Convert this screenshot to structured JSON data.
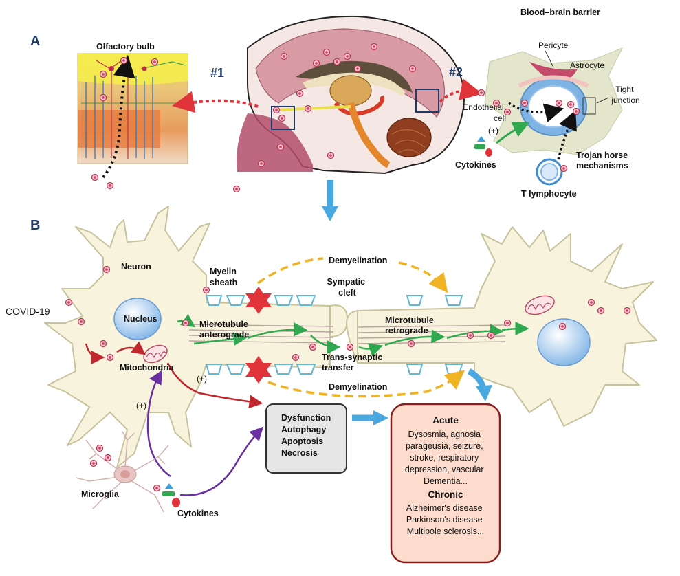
{
  "panels": {
    "a": "A",
    "b": "B"
  },
  "labels": {
    "olfactory_bulb": "Olfactory bulb",
    "route1": "#1",
    "route2": "#2",
    "blood_brain_barrier": "Blood–brain barrier",
    "pericyte": "Pericyte",
    "astrocyte": "Astrocyte",
    "tight_junction": [
      "Tight",
      "junction"
    ],
    "endothelial_cell": [
      "Endothelial",
      "cell"
    ],
    "plus_sign": "(+)",
    "cytokines_top": "Cytokines",
    "trojan_horse": [
      "Trojan horse",
      "mechanisms"
    ],
    "t_lymphocyte": "T lymphocyte",
    "neuron": "Neuron",
    "myelin_sheath": [
      "Myelin",
      "sheath"
    ],
    "demyelination_top": "Demyelination",
    "demyelination_bottom": "Demyelination",
    "synaptic_cleft": [
      "Sympatic",
      "cleft"
    ],
    "covid": "COVID-19",
    "nucleus": "Nucleus",
    "microtubule_anterograde": [
      "Microtubule",
      "anterograde"
    ],
    "microtubule_retrograde": [
      "Microtubule",
      "retrograde"
    ],
    "trans_synaptic": [
      "Trans-synaptic",
      "transfer"
    ],
    "mitochondria": "Mitochondria",
    "plus_left": "(+)",
    "plus_mid": "(+)",
    "microglia": "Microglia",
    "cytokines_bottom": "Cytokines"
  },
  "dysfunction_box": [
    "Dysfunction",
    "Autophagy",
    "Apoptosis",
    "Necrosis"
  ],
  "outcomes": {
    "acute_title": "Acute",
    "acute_lines": [
      "Dysosmia, agnosia",
      "parageusia, seizure,",
      "stroke, respiratory",
      "depression, vascular",
      "Dementia..."
    ],
    "chronic_title": "Chronic",
    "chronic_lines": [
      "Alzheimer's disease",
      "Parkinson's disease",
      "Multipole sclerosis..."
    ]
  },
  "colors": {
    "virus": "#d2385a",
    "route_arrow": "#e0333a",
    "flow_arrow": "#4aa8e0",
    "demyelination_arrow": "#f0b323",
    "transport_arrow": "#2fa84f",
    "cytokine_arrow": "#6a2fa0",
    "outcome_box_border": "#8b1e1e",
    "outcome_box_fill": "#fbdccd"
  }
}
